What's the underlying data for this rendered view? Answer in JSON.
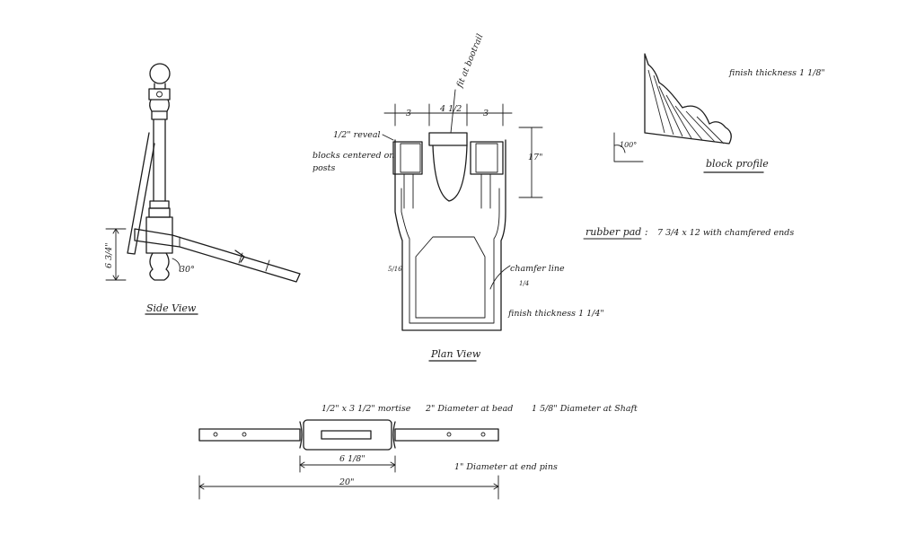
{
  "sheet": {
    "ink_color": "#1c1c1c",
    "paper_color": "#ffffff"
  },
  "side_view": {
    "title": "Side View",
    "height_dim": "6 3/4\"",
    "angle": "30°"
  },
  "plan_view": {
    "title": "Plan View",
    "fit_note": "fit at bootrail",
    "dim_left": "3",
    "dim_center": "4 1/2",
    "dim_right": "3",
    "dim_height": "17\"",
    "reveal_note": "1/2\" reveal",
    "blocks_note_1": "blocks centered on",
    "blocks_note_2": "posts",
    "chamfer_note": "chamfer line",
    "small_mark_left": "5/16",
    "small_mark_right": "1/4",
    "finish_note": "finish thickness  1 1/4\""
  },
  "block_profile": {
    "title": "block profile",
    "finish_note": "finish thickness 1 1/8\"",
    "angle": "100°"
  },
  "rubber_pad": {
    "label": "rubber pad :",
    "spec": "7 3/4 x 12   with chamfered ends"
  },
  "footrest": {
    "mortise_note": "1/2\" x 3 1/2\"  mortise",
    "bead_note": "2\" Diameter at bead",
    "shaft_note": "1 5/8\" Diameter at Shaft",
    "bead_length": "6 1/8\"",
    "total_length": "20\"",
    "endpin_note": "1\" Diameter  at end pins"
  }
}
